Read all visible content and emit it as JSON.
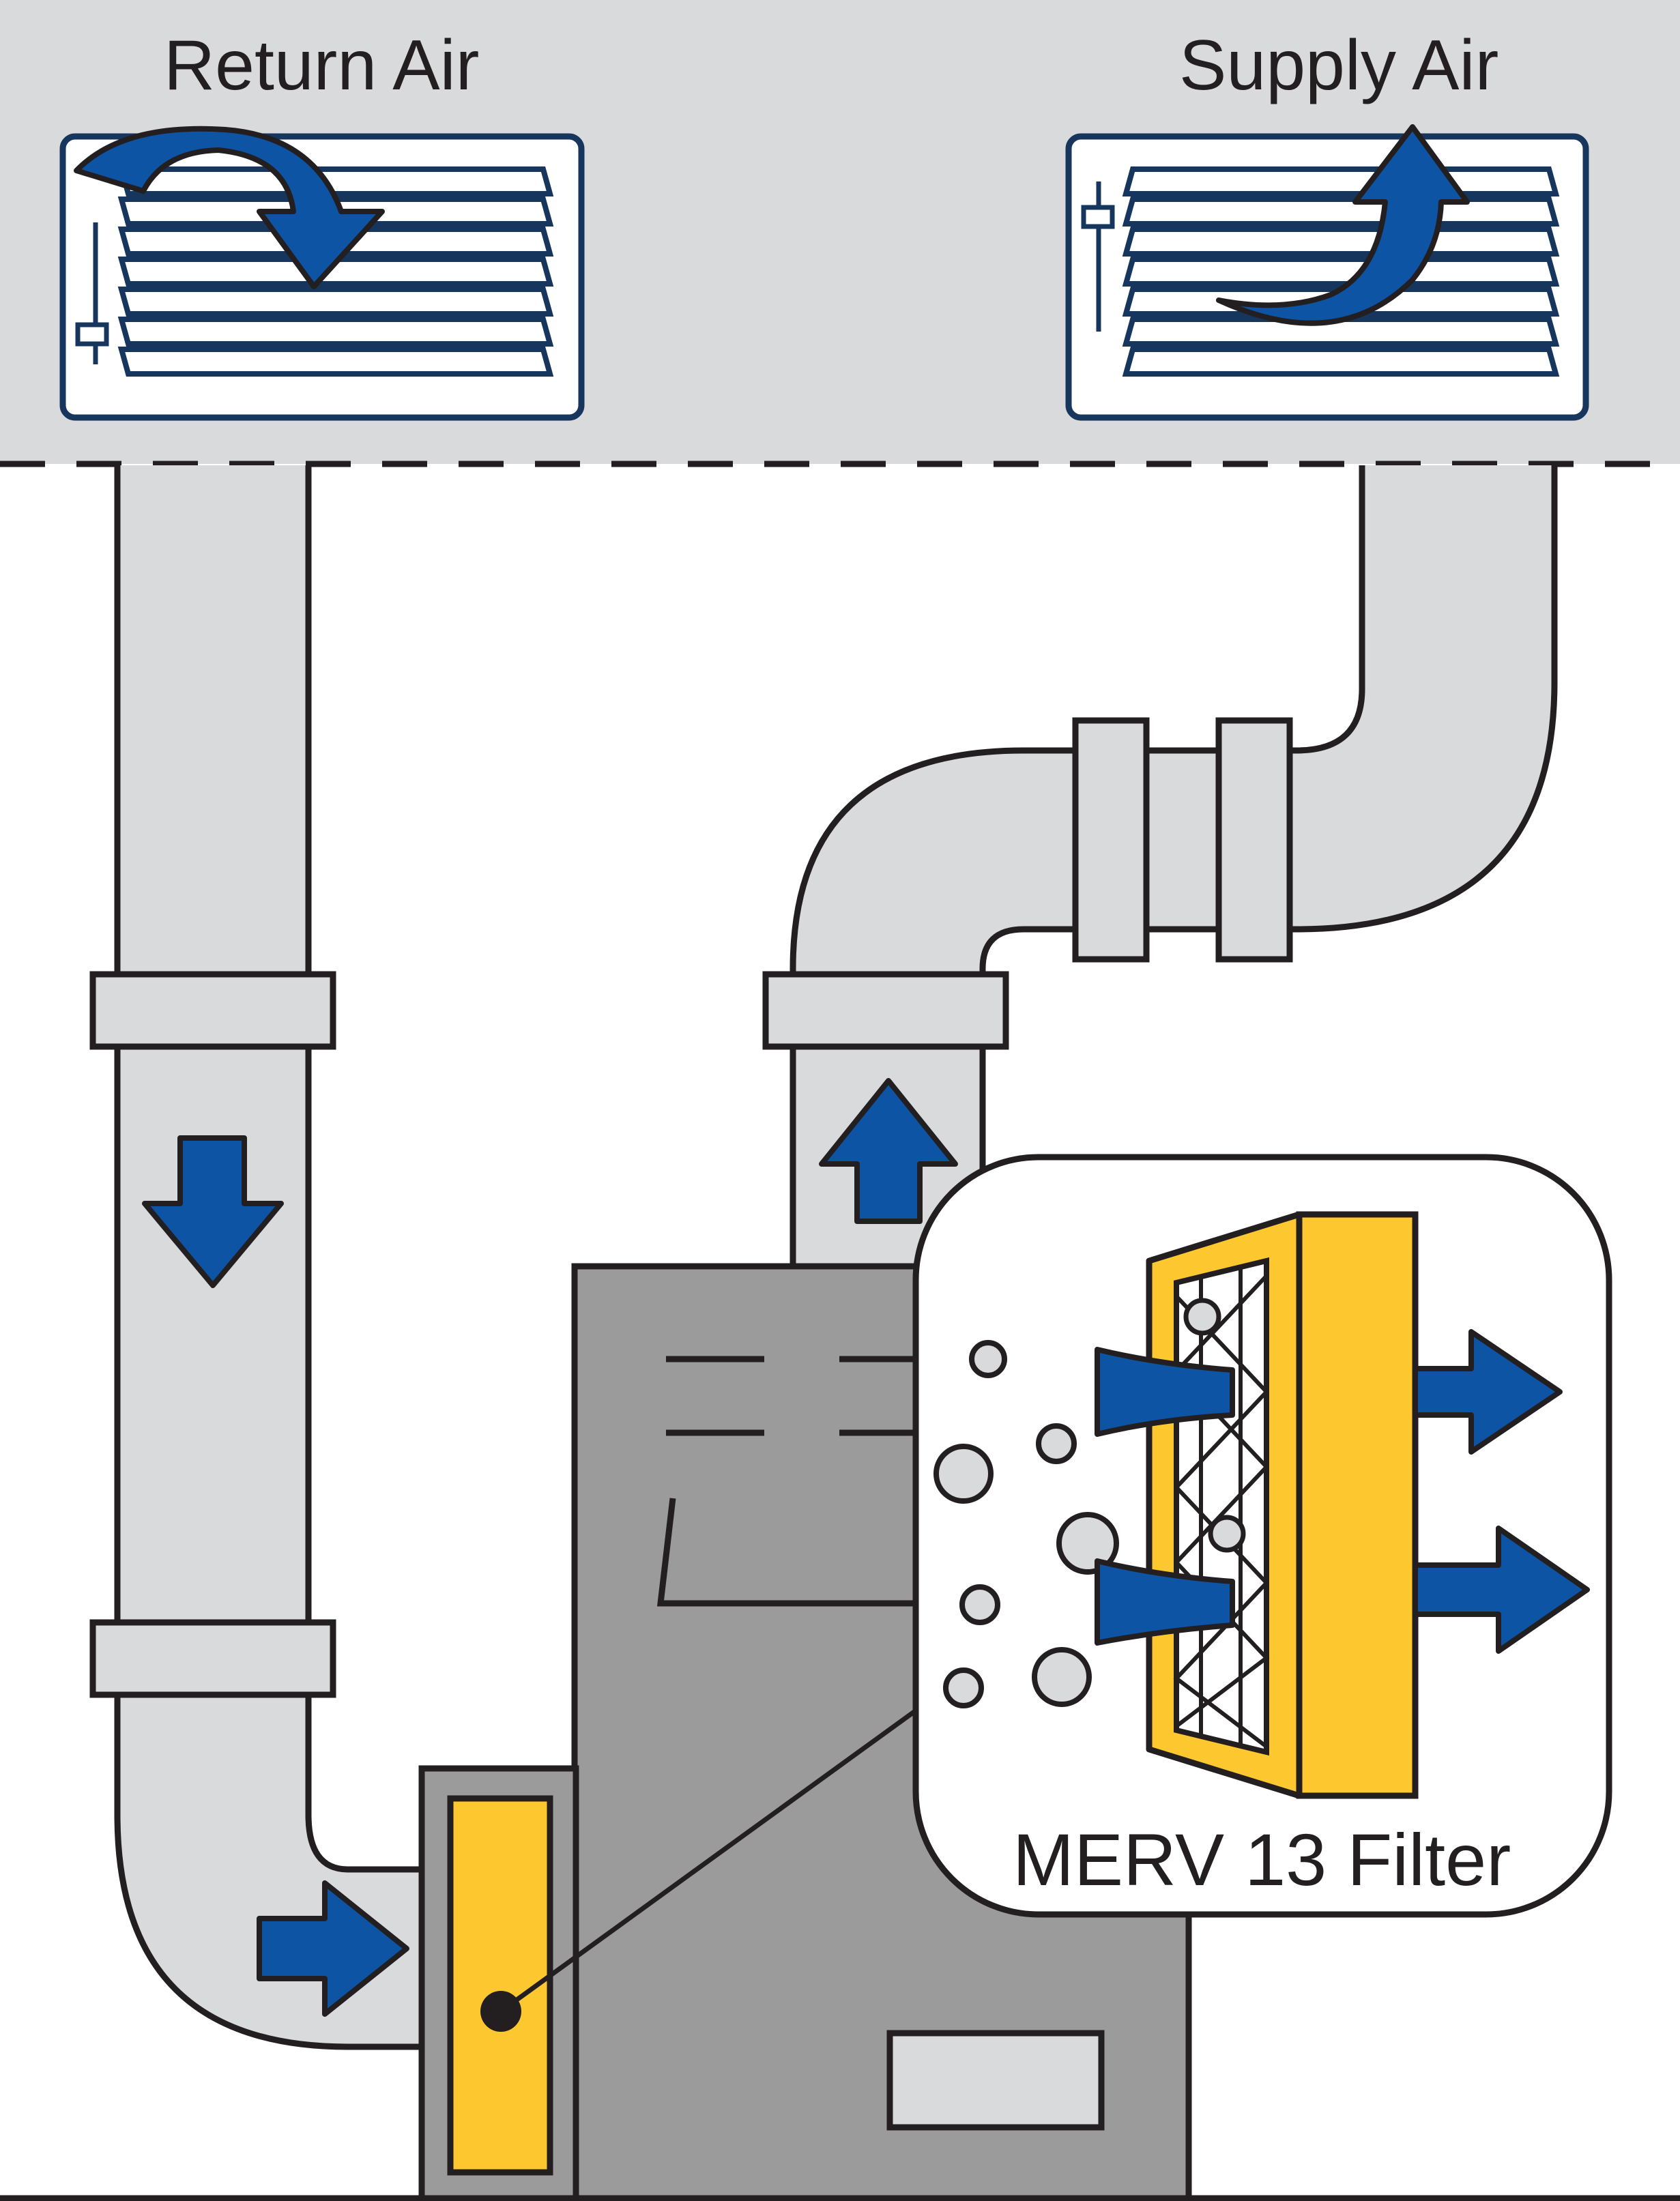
{
  "labels": {
    "return_air": "Return Air",
    "supply_air": "Supply Air",
    "filter": "MERV 13 Filter"
  },
  "colors": {
    "ceiling": "#d9dadc",
    "duct": "#d9dadc",
    "furnace": "#9b9b9b",
    "filter_yellow": "#fdc82f",
    "airflow_arrow": "#0e54a5",
    "vent_frame": "#17365d",
    "outline": "#231f20",
    "particle": "#d9dadc"
  },
  "icons": {
    "airflow": "arrow-icon",
    "particles": "dust-particle-icon"
  }
}
